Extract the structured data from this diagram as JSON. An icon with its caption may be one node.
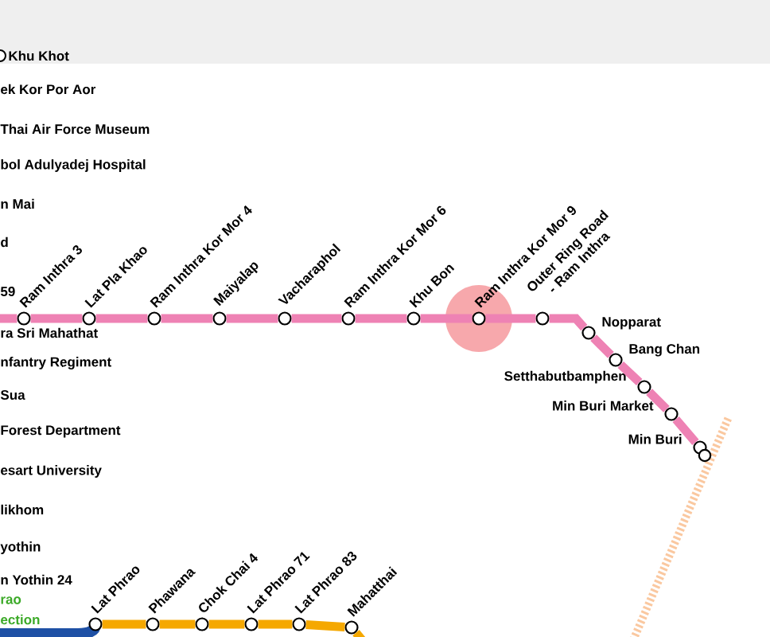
{
  "diagram": {
    "nodes": [
      {
        "text": [
          "Ram Inthra 3"
        ]
      },
      {
        "text": [
          "Lat Pla Khao"
        ]
      },
      {
        "text": [
          "Ram Inthra Kor Mor 4"
        ]
      },
      {
        "text": [
          "Maiyalap"
        ]
      },
      {
        "text": [
          "Vacharaphol"
        ]
      },
      {
        "text": [
          "Ram Inthra Kor Mor 6"
        ]
      },
      {
        "text": [
          "Khu Bon"
        ]
      },
      {
        "text": [
          "Ram Inthra Kor Mor 9"
        ]
      },
      {
        "text": [
          "Outer Ring Road - Ram Inthra"
        ]
      },
      {
        "text": [
          "Nopparat"
        ]
      },
      {
        "text": [
          "Bang Chan"
        ]
      },
      {
        "text": [
          "Setthabutbamphen"
        ]
      },
      {
        "text": [
          "Min Buri Market"
        ]
      },
      {
        "text": [
          "Min Buri"
        ]
      },
      {
        "text": [
          "Lat Phrao"
        ]
      },
      {
        "text": [
          "Phawana"
        ]
      },
      {
        "text": [
          "Chok Chai 4"
        ]
      },
      {
        "text": [
          "Lat Phrao 71"
        ]
      },
      {
        "text": [
          "Lat Phrao 83"
        ]
      },
      {
        "text": [
          "Mahatthai"
        ]
      }
    ],
    "edges": [
      {
        "from": null,
        "to": 0,
        "arrow": "none"
      },
      {
        "from": 0,
        "to": 1,
        "arrow": "none"
      },
      {
        "from": 1,
        "to": 2,
        "arrow": "none"
      },
      {
        "from": 2,
        "to": 3,
        "arrow": "none"
      },
      {
        "from": 3,
        "to": 4,
        "arrow": "none"
      },
      {
        "from": 4,
        "to": 5,
        "arrow": "none"
      },
      {
        "from": 5,
        "to": 6,
        "arrow": "none"
      },
      {
        "from": 6,
        "to": 7,
        "arrow": "none"
      },
      {
        "from": 7,
        "to": 8,
        "arrow": "none"
      },
      {
        "from": 8,
        "to": 9,
        "arrow": "none"
      },
      {
        "from": 9,
        "to": 10,
        "arrow": "none"
      },
      {
        "from": 10,
        "to": 11,
        "arrow": "none"
      },
      {
        "from": 11,
        "to": 12,
        "arrow": "none"
      },
      {
        "from": 12,
        "to": 13,
        "arrow": "none"
      },
      {
        "from": 14,
        "to": 15,
        "arrow": "none",
        "color": "#f5a800"
      },
      {
        "from": 15,
        "to": 16,
        "arrow": "none",
        "color": "#f5a800"
      },
      {
        "from": 16,
        "to": 17,
        "arrow": "none",
        "color": "#f5a800"
      },
      {
        "from": 17,
        "to": 18,
        "arrow": "none",
        "color": "#f5a800"
      },
      {
        "from": 18,
        "to": 19,
        "arrow": "none",
        "color": "#f5a800"
      },
      {
        "from": 19,
        "to": null,
        "arrow": "none",
        "color": "#f5a800"
      }
    ],
    "labels": [
      "Khu Khot",
      "ek Kor Por Aor",
      "Thai Air Force Museum",
      "bol Adulyadej Hospital",
      "n Mai",
      "d",
      "59",
      "ra Sri Mahathat",
      "nfantry Regiment",
      "Sua",
      "Forest Department",
      "esart University",
      "likhom",
      "yothin",
      "n Yothin 24",
      "rao",
      "ection"
    ]
  }
}
